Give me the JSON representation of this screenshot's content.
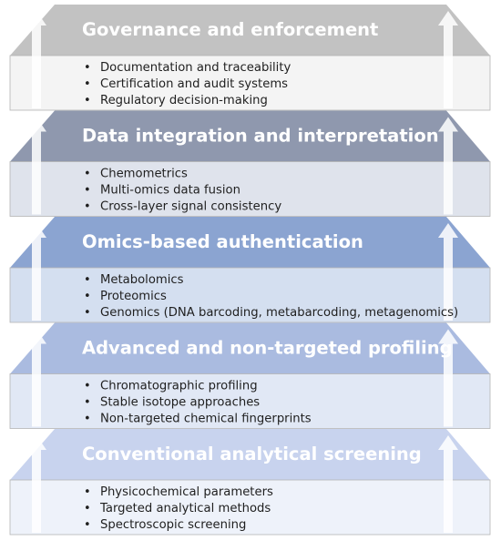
{
  "layers": [
    {
      "title": "Governance and enforcement",
      "items": [
        "Documentation and traceability",
        "Certification and audit systems",
        "Regulatory decision-making"
      ],
      "trap_color": "#c2c2c2",
      "box_color": "#f4f4f4"
    },
    {
      "title": "Data integration and interpretation",
      "items": [
        "Chemometrics",
        "Multi-omics data fusion",
        "Cross-layer signal consistency"
      ],
      "trap_color": "#8f98ae",
      "box_color": "#dfe3ec"
    },
    {
      "title": "Omics-based authentication",
      "items": [
        "Metabolomics",
        "Proteomics",
        "Genomics (DNA barcoding, metabarcoding, metagenomics)"
      ],
      "trap_color": "#8ba4d1",
      "box_color": "#d4dff0"
    },
    {
      "title": "Advanced and non-targeted profiling",
      "items": [
        "Chromatographic profiling",
        "Stable isotope approaches",
        "Non-targeted chemical fingerprints"
      ],
      "trap_color": "#aabbe0",
      "box_color": "#e1e8f5"
    },
    {
      "title": "Conventional analytical screening",
      "items": [
        "Physicochemical parameters",
        "Targeted analytical methods",
        "Spectroscopic screening"
      ],
      "trap_color": "#c8d3ee",
      "box_color": "#eef2fa"
    }
  ],
  "bullet_symbol": "•",
  "arrow_color": "#ffffff",
  "box_border_color": "#b5b5b5"
}
